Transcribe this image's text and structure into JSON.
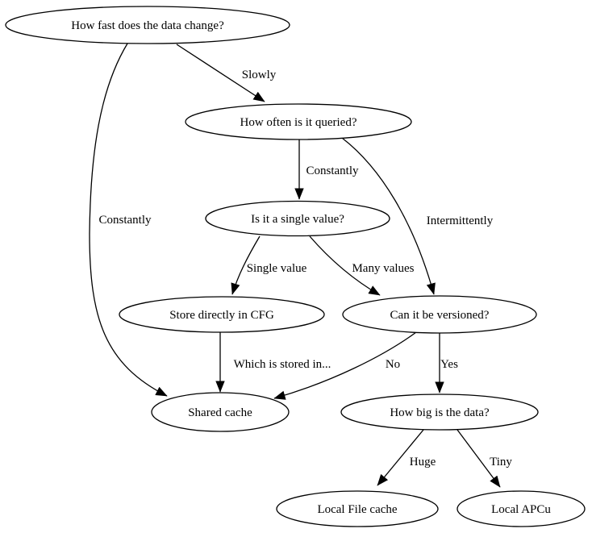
{
  "diagram": {
    "type": "decision-flowchart",
    "nodes": {
      "how_fast": "How fast does the data change?",
      "how_often": "How often is it queried?",
      "single_value": "Is it a single value?",
      "store_cfg": "Store directly in CFG",
      "versioned": "Can it be versioned?",
      "shared_cache": "Shared cache",
      "how_big": "How big is the data?",
      "local_file": "Local File cache",
      "local_apcu": "Local APCu"
    },
    "edge_labels": {
      "slowly": "Slowly",
      "constantly_left": "Constantly",
      "constantly_mid": "Constantly",
      "intermittently": "Intermittently",
      "single_value": "Single value",
      "many_values": "Many values",
      "which_stored": "Which is stored in...",
      "no": "No",
      "yes": "Yes",
      "huge": "Huge",
      "tiny": "Tiny"
    },
    "colors": {
      "background": "#ffffff",
      "node_fill": "#ffffff",
      "stroke": "#000000",
      "text": "#000000"
    }
  }
}
